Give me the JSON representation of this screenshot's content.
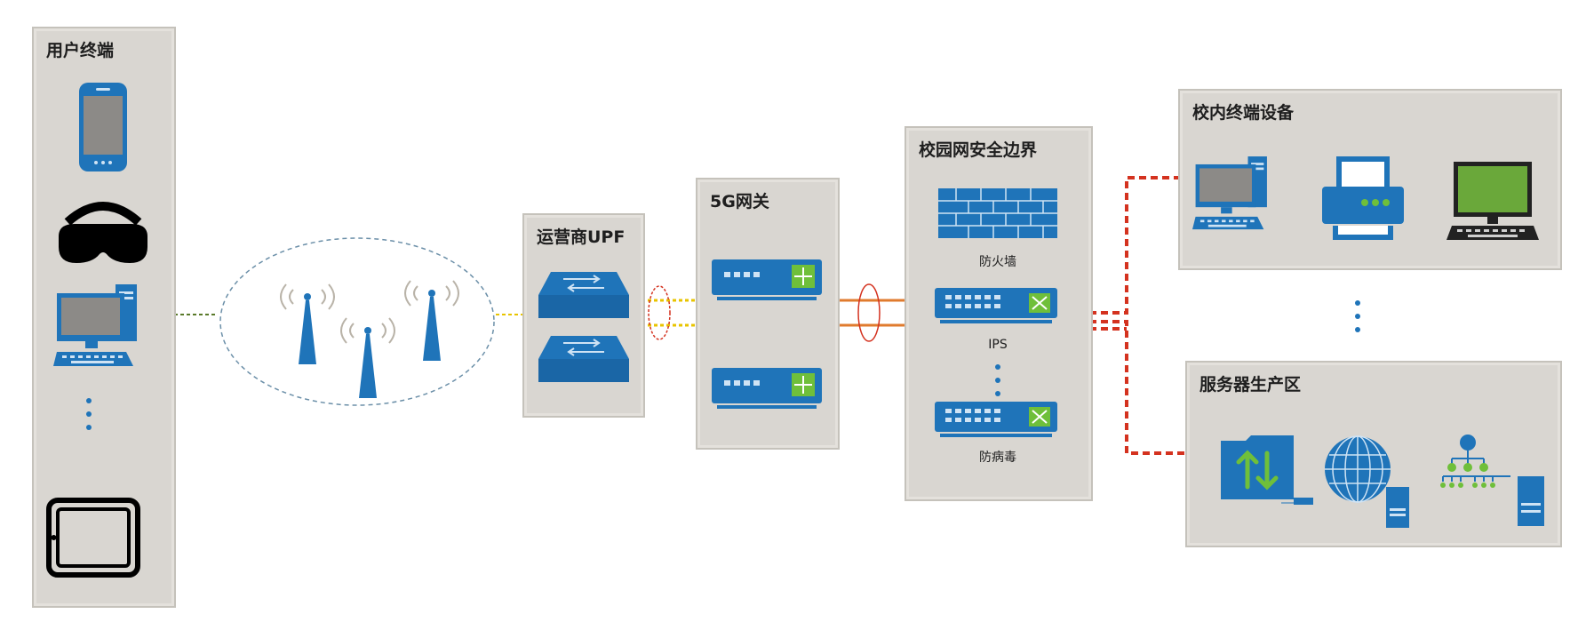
{
  "panels": {
    "user_terminal": "用户终端",
    "operator_upf": "运营商UPF",
    "gateway_5g": "5G网关",
    "campus_security": "校园网安全边界",
    "campus_devices": "校内终端设备",
    "server_zone": "服务器生产区"
  },
  "security_labels": {
    "firewall": "防火墙",
    "ips": "IPS",
    "antivirus": "防病毒"
  },
  "colors": {
    "panel_bg": "#d9d6d1",
    "device_blue": "#1f74b9",
    "accent_green": "#6fbf3a",
    "link_red": "#d4321f",
    "link_yellow": "#e8c400",
    "link_orange": "#e07b2e"
  },
  "icons": [
    "smartphone-icon",
    "vr-headset-icon",
    "desktop-computer-icon",
    "tablet-icon",
    "cell-tower-icon",
    "switch-icon",
    "gateway-icon",
    "firewall-icon",
    "ips-icon",
    "antivirus-icon",
    "printer-icon",
    "monitor-icon",
    "file-transfer-icon",
    "globe-icon",
    "org-chart-icon",
    "server-icon"
  ]
}
